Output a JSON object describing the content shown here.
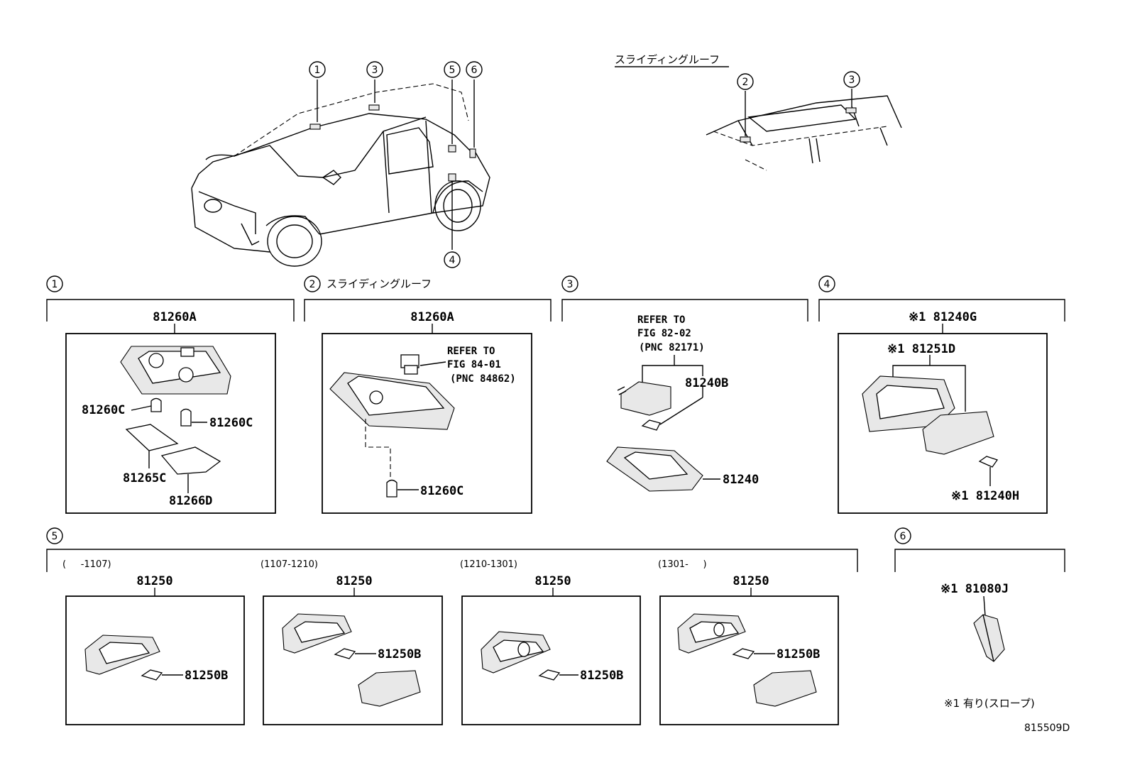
{
  "overview": {
    "sliding_roof_label": "スライディングルーフ",
    "markers": [
      "1",
      "2",
      "3",
      "4",
      "5",
      "6"
    ]
  },
  "sections": [
    {
      "num": "1",
      "title": "",
      "main_part": "81260A",
      "parts": [
        "81260C",
        "81260C",
        "81265C",
        "81266D"
      ]
    },
    {
      "num": "2",
      "title": "スライディングルーフ",
      "main_part": "81260A",
      "parts": [
        "81260C"
      ],
      "refer": [
        "REFER TO",
        "FIG 84-01",
        "(PNC 84862)"
      ]
    },
    {
      "num": "3",
      "title": "",
      "main_part": "81240B",
      "parts": [
        "81240"
      ],
      "refer": [
        "REFER TO",
        "FIG 82-02",
        "(PNC 82171)"
      ]
    },
    {
      "num": "4",
      "title": "",
      "main_part": "※1 81240G",
      "parts": [
        "※1 81251D",
        "※1 81240H"
      ]
    },
    {
      "num": "5",
      "title": "",
      "variants": [
        {
          "period": "(     -1107)",
          "main_part": "81250",
          "bulb": "81250B"
        },
        {
          "period": "(1107-1210)",
          "main_part": "81250",
          "bulb": "81250B"
        },
        {
          "period": "(1210-1301)",
          "main_part": "81250",
          "bulb": "81250B"
        },
        {
          "period": "(1301-     )",
          "main_part": "81250",
          "bulb": "81250B"
        }
      ]
    },
    {
      "num": "6",
      "title": "",
      "main_part": "※1 81080J",
      "note": "※1 有り(スロープ)"
    }
  ],
  "figure_id": "815509D"
}
